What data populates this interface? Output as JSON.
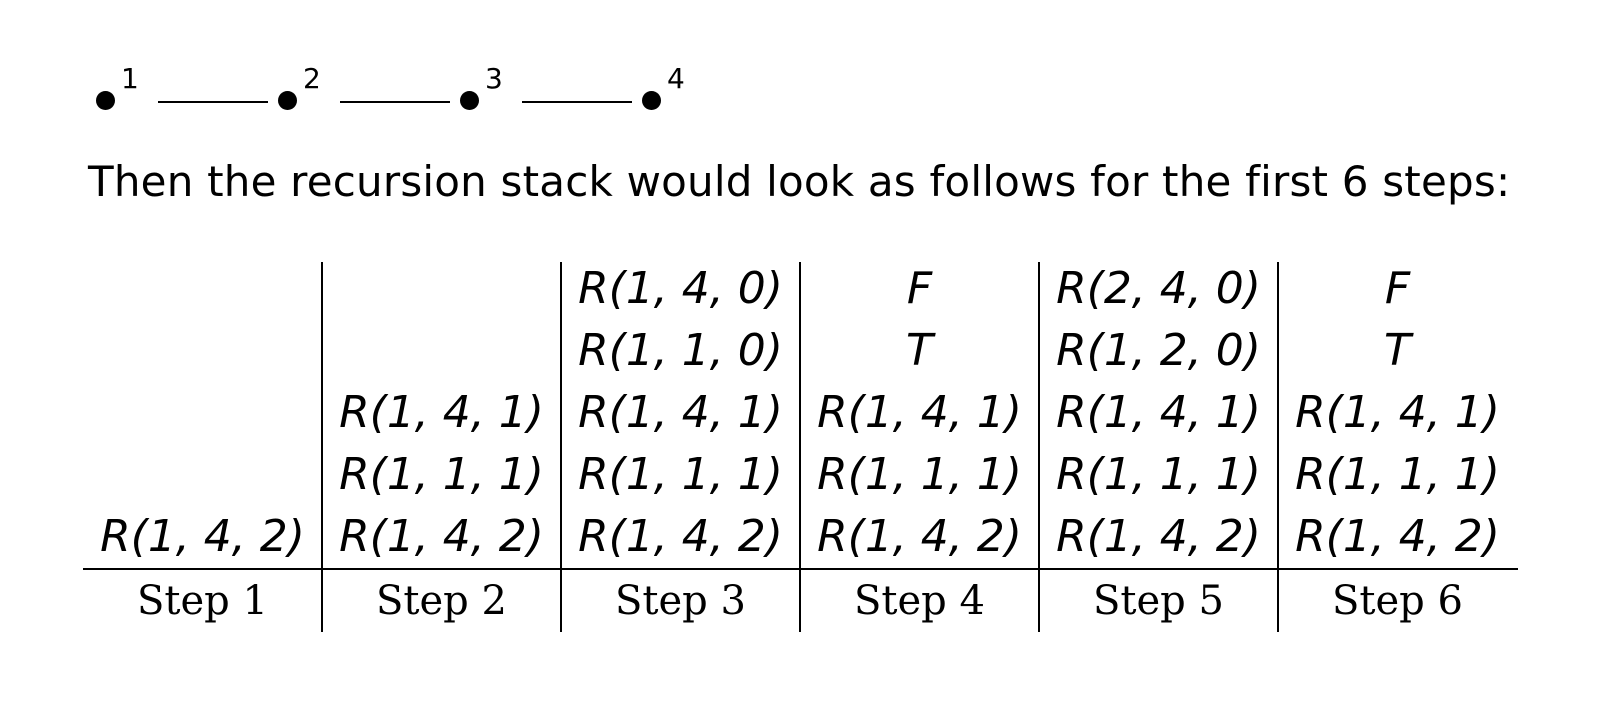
{
  "graph": {
    "nodes": [
      {
        "label": "1"
      },
      {
        "label": "2"
      },
      {
        "label": "3"
      },
      {
        "label": "4"
      }
    ]
  },
  "caption": "Then the recursion stack would look as follows for the first 6 steps:",
  "stack_table": {
    "steps": [
      {
        "label": "Step 1",
        "stack_bottom_to_top": [
          "R(1, 4, 2)"
        ]
      },
      {
        "label": "Step 2",
        "stack_bottom_to_top": [
          "R(1, 4, 2)",
          "R(1, 1, 1)",
          "R(1, 4, 1)"
        ]
      },
      {
        "label": "Step 3",
        "stack_bottom_to_top": [
          "R(1, 4, 2)",
          "R(1, 1, 1)",
          "R(1, 4, 1)",
          "R(1, 1, 0)",
          "R(1, 4, 0)"
        ]
      },
      {
        "label": "Step 4",
        "stack_bottom_to_top": [
          "R(1, 4, 2)",
          "R(1, 1, 1)",
          "R(1, 4, 1)",
          "T",
          "F"
        ]
      },
      {
        "label": "Step 5",
        "stack_bottom_to_top": [
          "R(1, 4, 2)",
          "R(1, 1, 1)",
          "R(1, 4, 1)",
          "R(1, 2, 0)",
          "R(2, 4, 0)"
        ]
      },
      {
        "label": "Step 6",
        "stack_bottom_to_top": [
          "R(1, 4, 2)",
          "R(1, 1, 1)",
          "R(1, 4, 1)",
          "T",
          "F"
        ]
      }
    ]
  }
}
